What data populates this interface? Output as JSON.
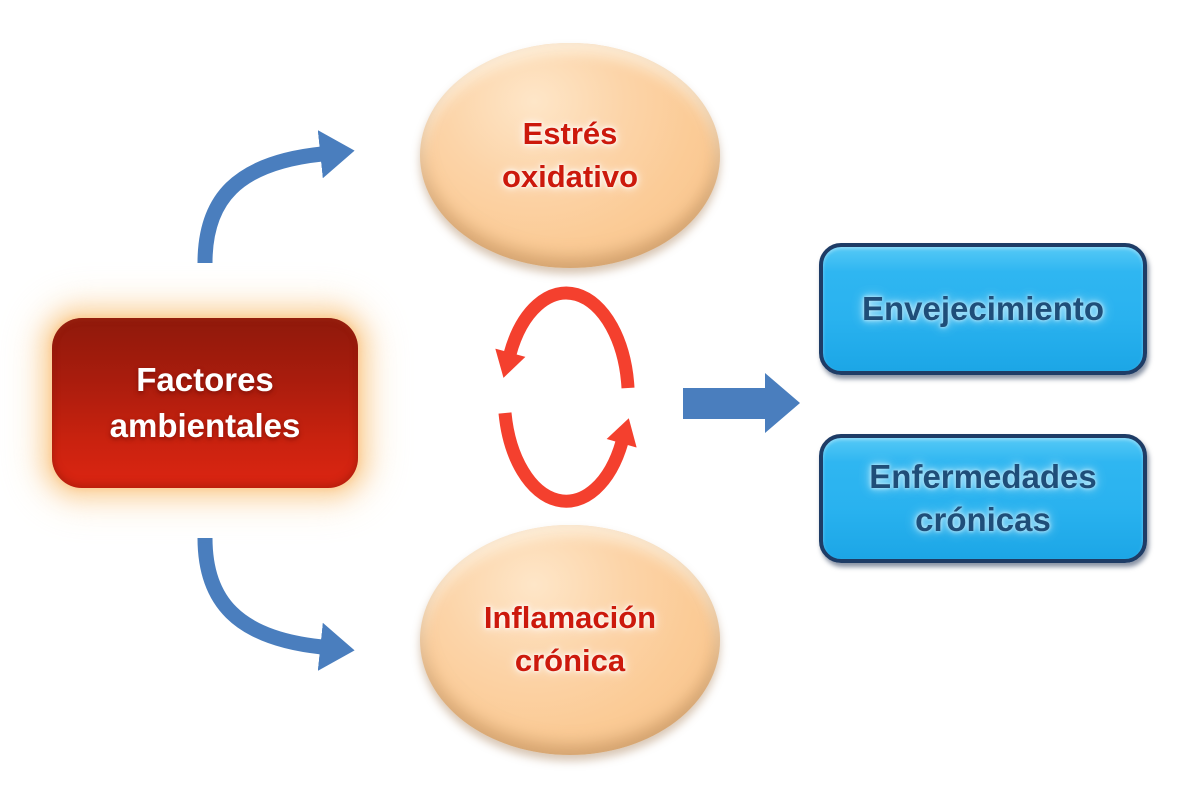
{
  "colors": {
    "background": "#ffffff",
    "node-red-top": "#8F190B",
    "node-red-bottom": "#DC2512",
    "node-red-glow": "#FBD4A4",
    "factores-text": "#FFFFFF",
    "ellipse-fill": "#FBCB96",
    "ellipse-highlight": "#FEE6C8",
    "ellipse-text": "#CC190C",
    "cyan-fill": "#29B2EF",
    "cyan-light": "#55C9F6",
    "cyan-border": "#1E3C66",
    "cyan-text": "#1F4E79",
    "arrow-blue": "#4A7EBE",
    "arrow-red": "#F4402E"
  },
  "nodes": {
    "factores": {
      "label": "Factores ambientales"
    },
    "estres": {
      "label": "Estrés oxidativo"
    },
    "inflamacion": {
      "label": "Inflamación crónica"
    },
    "envejecimiento": {
      "label": "Envejecimiento"
    },
    "enfermedades": {
      "label": "Enfermedades crónicas"
    }
  },
  "arrows": {
    "factores_to_estres": {
      "type": "curved",
      "color": "#4A7EBE"
    },
    "factores_to_inflamacion": {
      "type": "curved",
      "color": "#4A7EBE"
    },
    "cycle_top": {
      "type": "arc",
      "color": "#F4402E"
    },
    "cycle_bottom": {
      "type": "arc",
      "color": "#F4402E"
    },
    "to_outcomes": {
      "type": "block",
      "color": "#4A7EBE"
    }
  }
}
